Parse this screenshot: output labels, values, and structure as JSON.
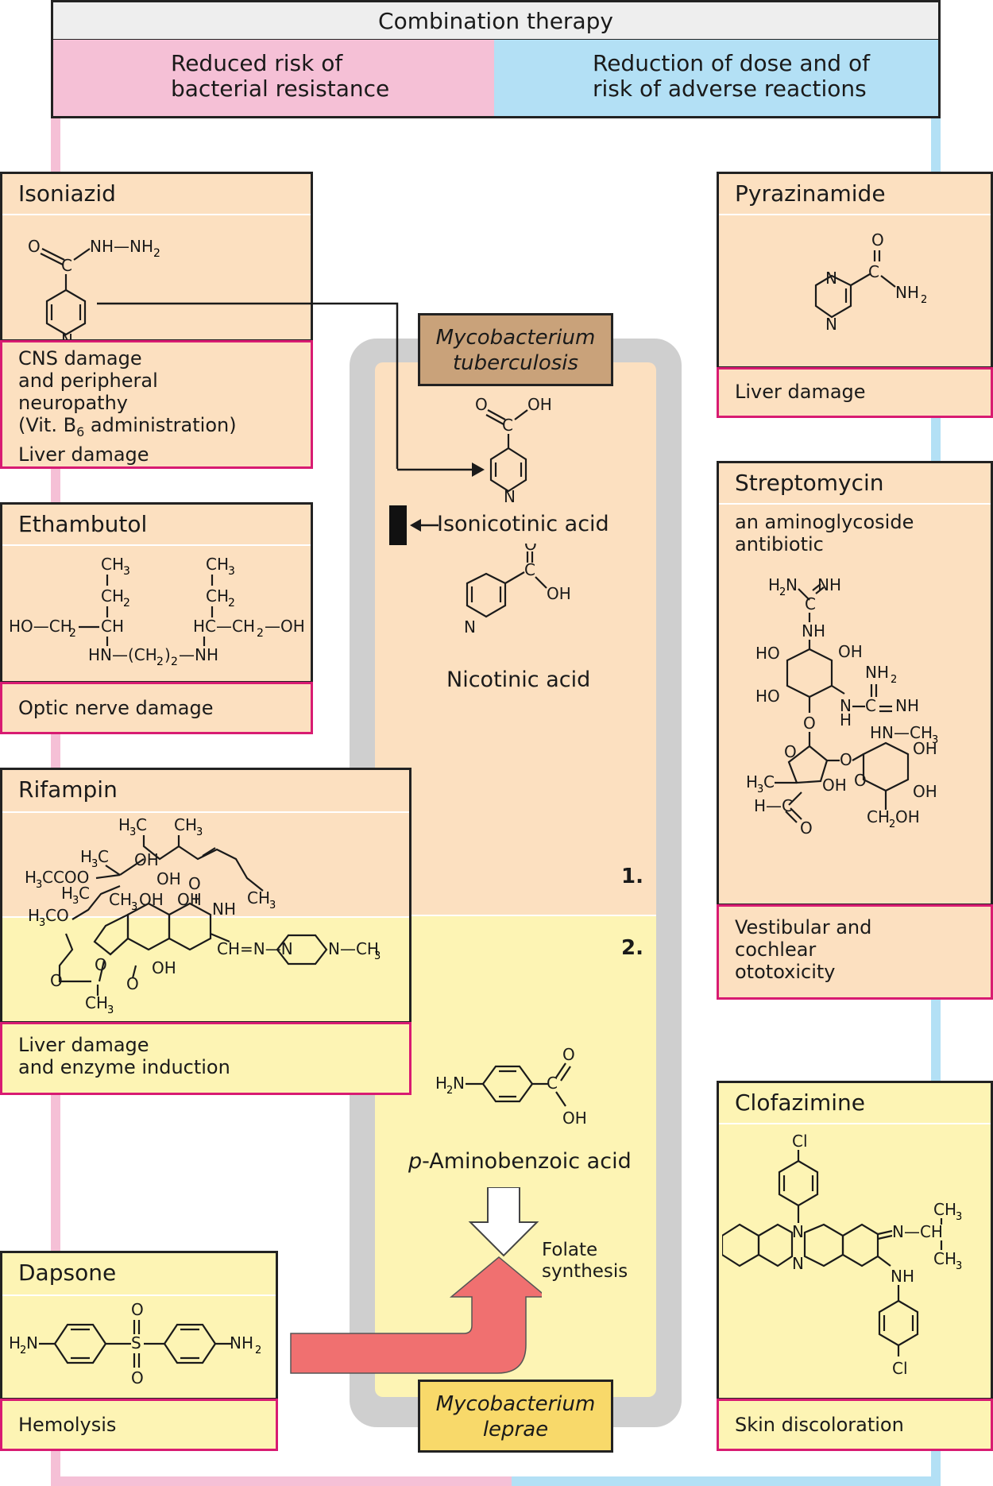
{
  "header": {
    "title": "Combination therapy",
    "left": [
      "Reduced risk of",
      "bacterial resistance"
    ],
    "right": [
      "Reduction of dose and of",
      "risk of adverse reactions"
    ]
  },
  "drugs": {
    "isoniazid": {
      "name": "Isoniazid",
      "effects": [
        "CNS damage",
        "and peripheral",
        "neuropathy"
      ],
      "vit_prefix": "(Vit. B",
      "vit_sub": "6",
      "vit_suffix": " administration)",
      "effects_end": "Liver damage"
    },
    "ethambutol": {
      "name": "Ethambutol",
      "effects": "Optic nerve damage"
    },
    "rifampin": {
      "name": "Rifampin",
      "effects": [
        "Liver damage",
        "and enzyme induction"
      ]
    },
    "dapsone": {
      "name": "Dapsone",
      "effects": "Hemolysis"
    },
    "pyrazinamide": {
      "name": "Pyrazinamide",
      "effects": "Liver damage"
    },
    "streptomycin": {
      "name": "Streptomycin",
      "subtitle": [
        "an aminoglycoside",
        "antibiotic"
      ],
      "effects": [
        "Vestibular and",
        "cochlear",
        "ototoxicity"
      ]
    },
    "clofazimine": {
      "name": "Clofazimine",
      "effects": "Skin discoloration"
    }
  },
  "center": {
    "mtb": [
      "Mycobacterium",
      "tuberculosis"
    ],
    "mlep": [
      "Mycobacterium",
      "leprae"
    ],
    "isonicotinic": "Isonicotinic acid",
    "nicotinic": "Nicotinic acid",
    "paba_prefix": "p",
    "paba_rest": "-Aminobenzoic acid",
    "folate": [
      "Folate",
      "synthesis"
    ],
    "step1": "1.",
    "step2": "2."
  },
  "colors": {
    "pink": "#f5c0d6",
    "blue": "#b3e0f5",
    "peach": "#fce0c0",
    "yellow": "#fdf4b4",
    "magenta": "#d81b72",
    "gray": "#cfcfcf",
    "brown": "#c9a27a",
    "gold": "#f8d96a",
    "red_arrow": "#f07070"
  }
}
